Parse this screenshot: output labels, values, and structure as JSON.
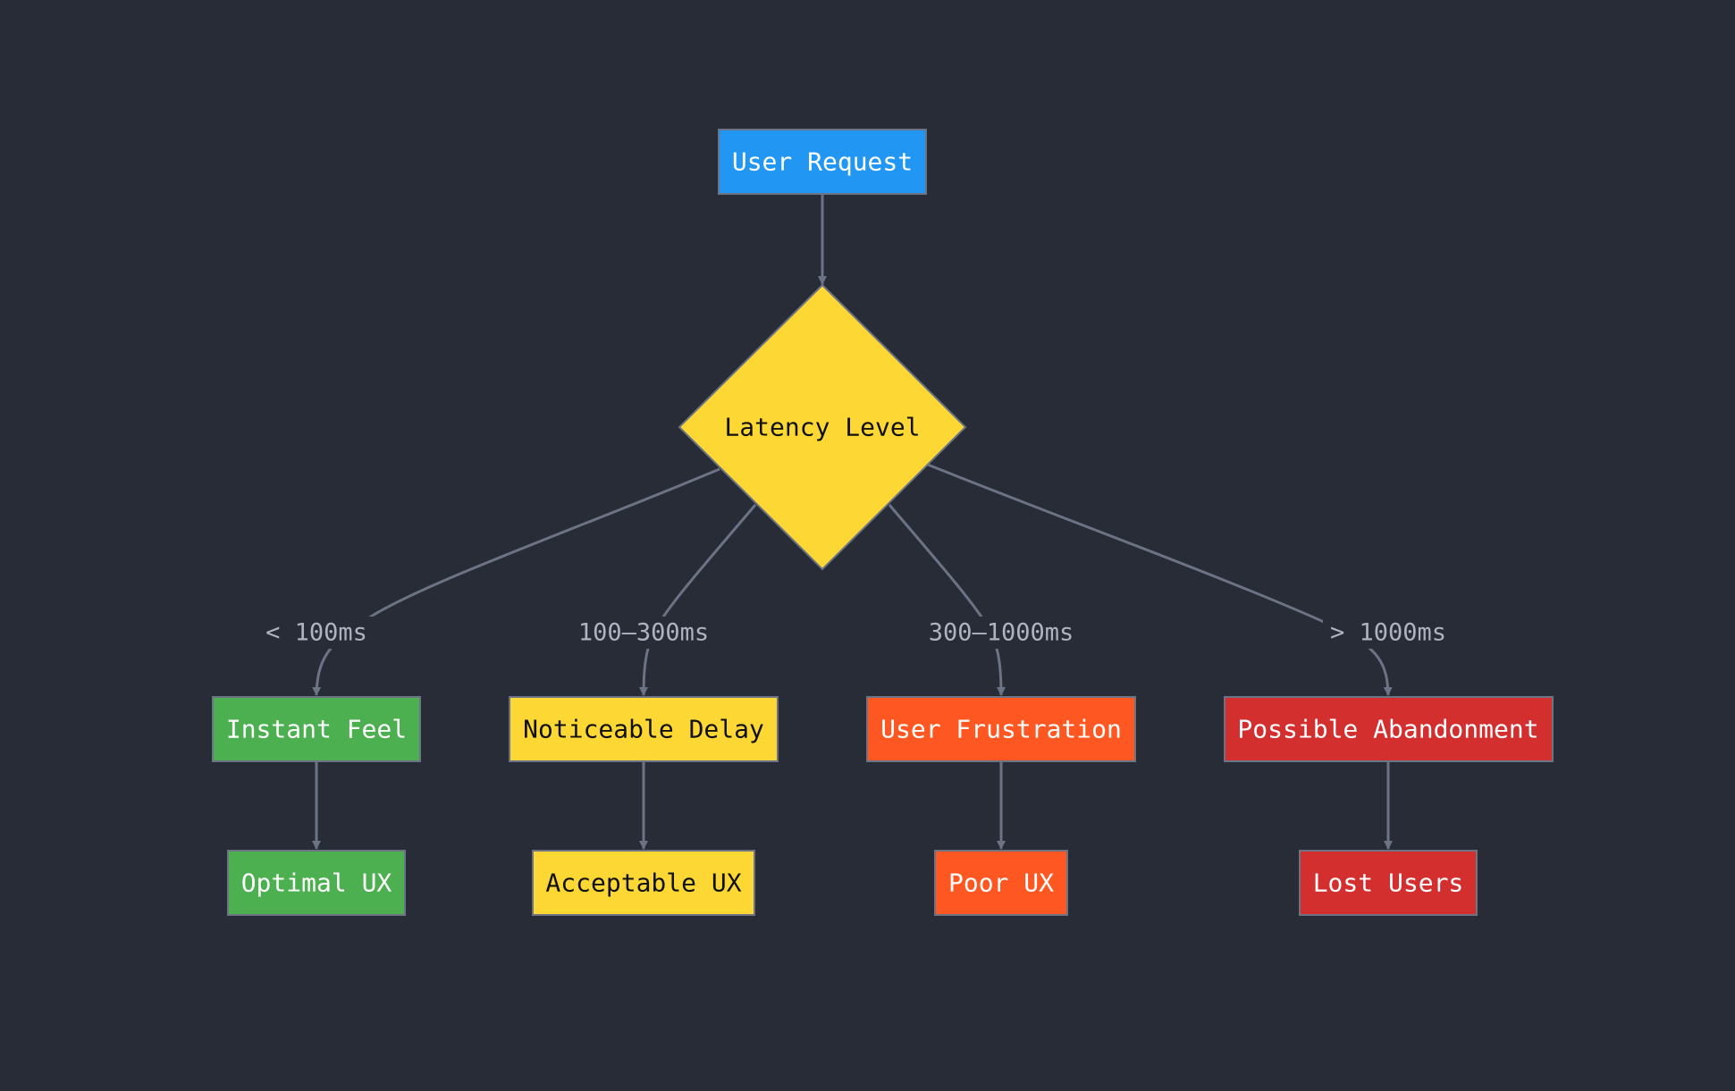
{
  "background": "#282c36",
  "nodes": {
    "user_request": {
      "label": "User Request",
      "fill": "#2196f3",
      "text_color": "#ffffff"
    },
    "latency_level": {
      "label": "Latency Level",
      "fill": "#fdd835",
      "text_color": "#111111"
    },
    "instant_feel": {
      "label": "Instant Feel",
      "fill": "#4caf50",
      "text_color": "#ffffff"
    },
    "noticeable_delay": {
      "label": "Noticeable Delay",
      "fill": "#fdd835",
      "text_color": "#111111"
    },
    "user_frustration": {
      "label": "User Frustration",
      "fill": "#ff5722",
      "text_color": "#ffffff"
    },
    "possible_abandonment": {
      "label": "Possible Abandonment",
      "fill": "#d32f2f",
      "text_color": "#ffffff"
    },
    "optimal_ux": {
      "label": "Optimal UX",
      "fill": "#4caf50",
      "text_color": "#ffffff"
    },
    "acceptable_ux": {
      "label": "Acceptable UX",
      "fill": "#fdd835",
      "text_color": "#111111"
    },
    "poor_ux": {
      "label": "Poor UX",
      "fill": "#ff5722",
      "text_color": "#ffffff"
    },
    "lost_users": {
      "label": "Lost Users",
      "fill": "#d32f2f",
      "text_color": "#ffffff"
    }
  },
  "edge_labels": {
    "lt_100": "< 100ms",
    "r_100_300": "100–300ms",
    "r_300_1000": "300–1000ms",
    "gt_1000": "> 1000ms"
  }
}
